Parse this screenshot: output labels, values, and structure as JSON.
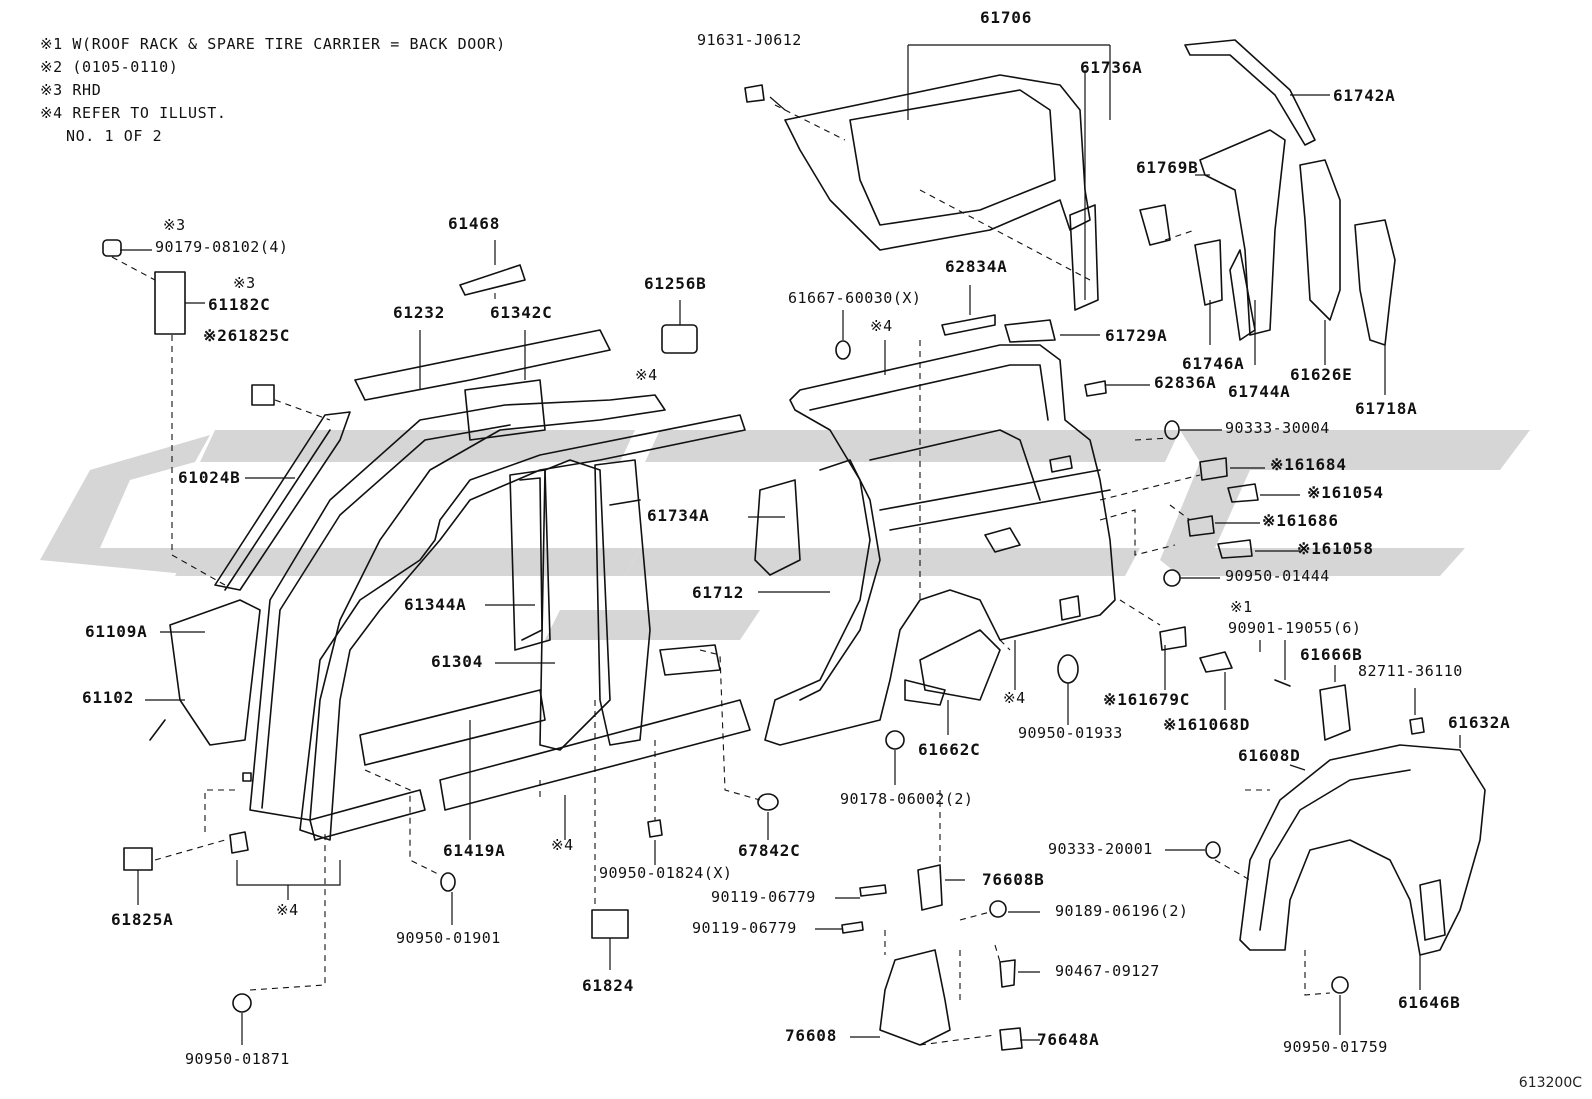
{
  "notes": [
    "※1 W(ROOF RACK & SPARE TIRE CARRIER = BACK DOOR)",
    "※2 (0105-0110)",
    "※3 RHD",
    "※4 REFER TO ILLUST.",
    "NO. 1 OF 2"
  ],
  "diagram_code": "613200C",
  "watermark_color": "#cfcfcf",
  "line_color": "#111111",
  "labels": [
    "91631-J0612",
    "61706",
    "61736A",
    "61742A",
    "61769B",
    "90179-08102(4)",
    "※3",
    "61182C",
    "※3",
    "61468",
    "61232",
    "61342C",
    "61256B",
    "※261825C",
    "61667-60030(X)",
    "※4",
    "62834A",
    "61729A",
    "61746A",
    "61744A",
    "61626E",
    "61718A",
    "62836A",
    "90333-30004",
    "※4",
    "61024B",
    "※161684",
    "※161054",
    "61734A",
    "※161686",
    "※161058",
    "90950-01444",
    "61344A",
    "61712",
    "61109A",
    "61304",
    "※1",
    "90901-19055(6)",
    "61666B",
    "82711-36110",
    "61102",
    "※161679C",
    "※4",
    "61662C",
    "90950-01933",
    "※161068D",
    "61632A",
    "61608D",
    "90178-06002(2)",
    "61419A",
    "※4",
    "67842C",
    "90333-20001",
    "61825A",
    "※4",
    "90950-01824(X)",
    "76608B",
    "90119-06779",
    "90119-06779",
    "90189-06196(2)",
    "90950-01901",
    "61824",
    "90467-09127",
    "61646B",
    "76608",
    "76648A",
    "90950-01871",
    "90950-01759"
  ]
}
